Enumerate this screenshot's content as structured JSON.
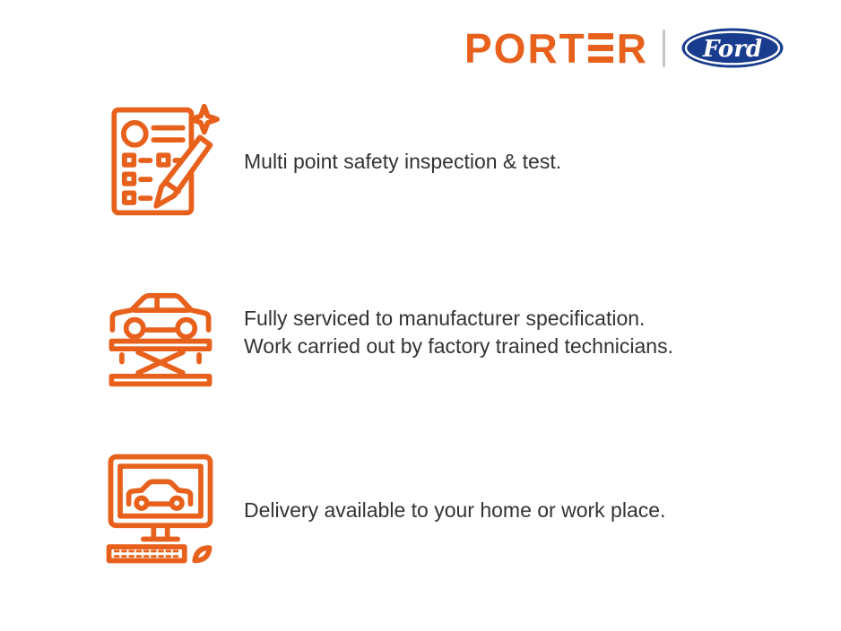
{
  "page": {
    "accent_orange": "#E8611C",
    "ford_blue": "#1A3C8E",
    "text_color": "#333333",
    "background": "#ffffff"
  },
  "header": {
    "brand": "PORTER",
    "brand_part1": "PORT",
    "brand_part2": "R",
    "ford_wordmark": "Ford"
  },
  "features": [
    {
      "icon": "inspection-checklist-icon",
      "lines": [
        "Multi point safety inspection & test."
      ]
    },
    {
      "icon": "car-lift-icon",
      "lines": [
        "Fully serviced to manufacturer specification.",
        "Work carried out by factory trained technicians."
      ]
    },
    {
      "icon": "delivery-computer-icon",
      "lines": [
        "Delivery available to your home or work place."
      ]
    }
  ]
}
